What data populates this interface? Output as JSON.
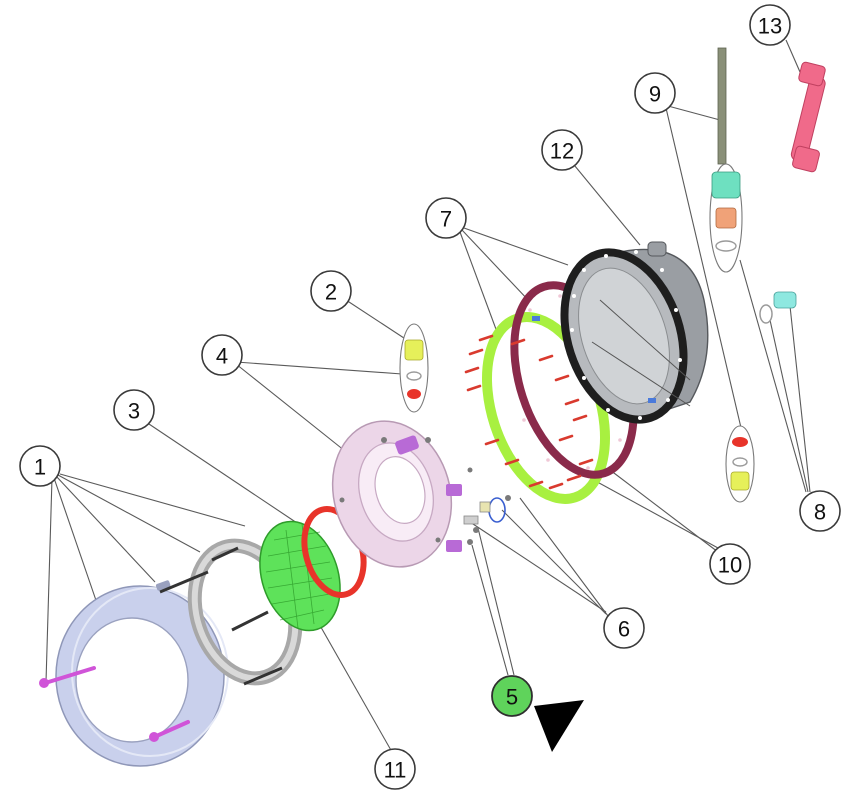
{
  "callouts": [
    {
      "id": "1",
      "label": "1",
      "active": false
    },
    {
      "id": "2",
      "label": "2",
      "active": false
    },
    {
      "id": "3",
      "label": "3",
      "active": false
    },
    {
      "id": "4",
      "label": "4",
      "active": false
    },
    {
      "id": "5",
      "label": "5",
      "active": true
    },
    {
      "id": "6",
      "label": "6",
      "active": false
    },
    {
      "id": "7",
      "label": "7",
      "active": false
    },
    {
      "id": "8",
      "label": "8",
      "active": false
    },
    {
      "id": "9",
      "label": "9",
      "active": false
    },
    {
      "id": "10",
      "label": "10",
      "active": false
    },
    {
      "id": "11",
      "label": "11",
      "active": false
    },
    {
      "id": "12",
      "label": "12",
      "active": false
    },
    {
      "id": "13",
      "label": "13",
      "active": false
    }
  ],
  "colors": {
    "active_callout": "#5fd35b",
    "front_cover": "#c9d0ec",
    "clamp_ring": "#b9b9b9",
    "lens": "#5ee25a",
    "gasket_red": "#e8342a",
    "flange": "#ecd6e8",
    "green_gasket": "#a8f040",
    "maroon_gasket": "#8a2a4a",
    "housing": "#8d9094",
    "screws": "#d93a2e",
    "conduit_pink": "#f06a8a"
  }
}
